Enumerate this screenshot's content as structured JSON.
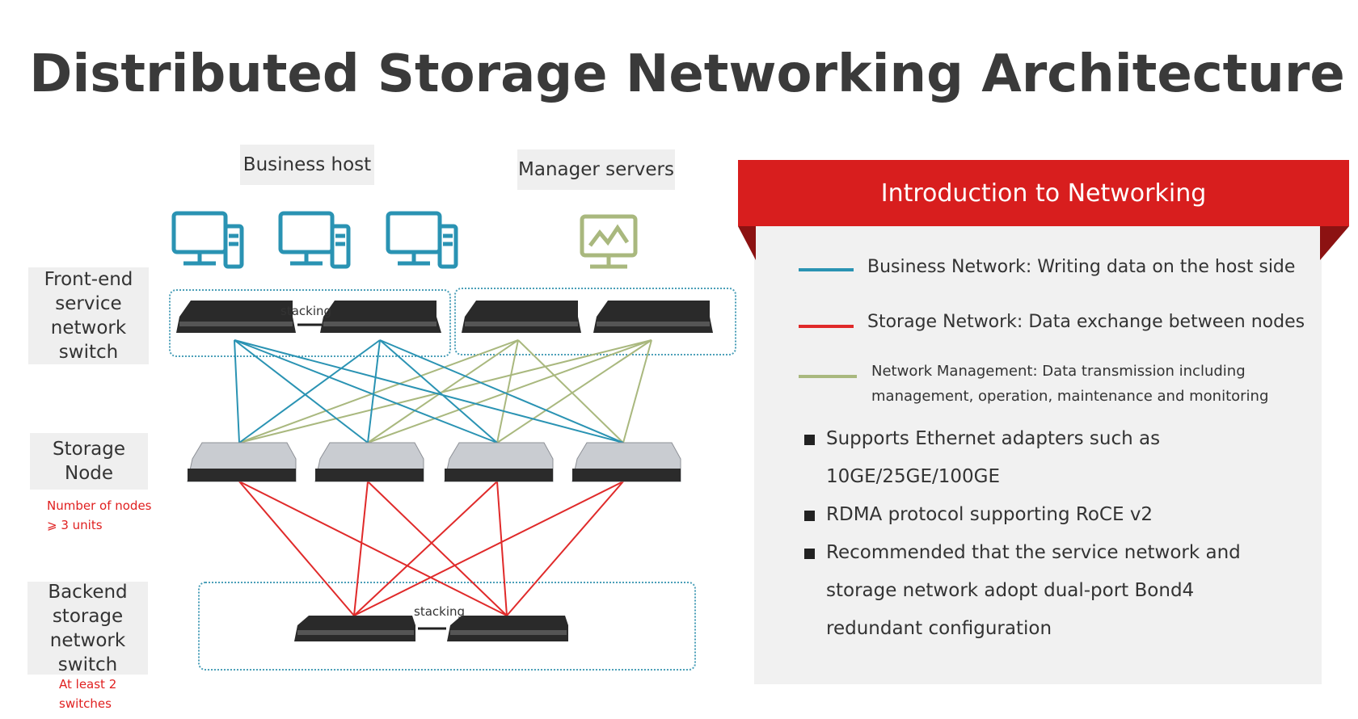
{
  "title": "Distributed Storage Networking Architecture",
  "labels": {
    "business_host": "Business host",
    "manager_servers": "Manager servers",
    "front_end_switch": "Front-end service network switch",
    "storage_node": "Storage Node",
    "backend_switch": "Backend storage network switch",
    "node_count_note": "Number of nodes ⩾ 3 units",
    "switch_count_note": "At least 2 switches",
    "stacking_top": "stacking",
    "stacking_bottom": "stacking"
  },
  "icons": {
    "host": "desktop-computer-icon",
    "manager": "monitoring-display-icon"
  },
  "colors": {
    "business": "#2a93b3",
    "storage": "#e02a2a",
    "management": "#a9b87e",
    "banner": "#d81e1e",
    "panel": "#f1f1f1"
  },
  "panel": {
    "heading": "Introduction to Networking",
    "legend": [
      {
        "color_key": "business",
        "text": "Business Network: Writing data on the host side"
      },
      {
        "color_key": "storage",
        "text": "Storage Network: Data exchange between nodes"
      },
      {
        "color_key": "management",
        "text": "Network Management: Data transmission including management, operation, maintenance and monitoring"
      }
    ],
    "bullets": [
      "Supports Ethernet adapters such as 10GE/25GE/100GE",
      "RDMA protocol supporting RoCE v2",
      "Recommended that the service network and storage network adopt dual-port Bond4 redundant configuration"
    ]
  }
}
